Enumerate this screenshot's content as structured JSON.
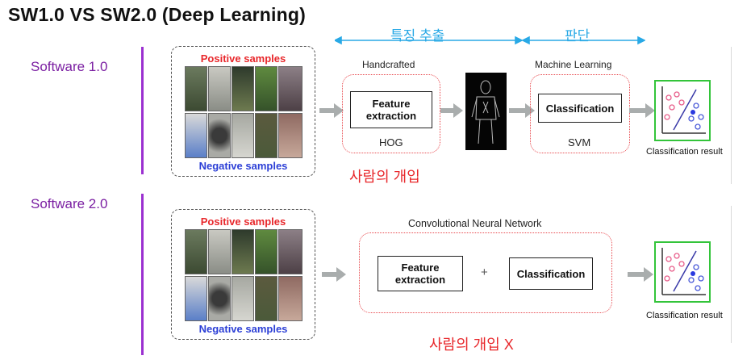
{
  "title": "SW1.0 VS SW2.0 (Deep Learning)",
  "phases": {
    "extract": "특징 추출",
    "decide": "판단"
  },
  "row1": {
    "label": "Software 1.0",
    "positive": "Positive samples",
    "negative": "Negative samples",
    "handcrafted": "Handcrafted",
    "feature": "Feature\nextraction",
    "hog": "HOG",
    "ml": "Machine Learning",
    "classification": "Classification",
    "svm": "SVM",
    "result": "Classification result",
    "human": "사람의 개입"
  },
  "row2": {
    "label": "Software 2.0",
    "positive": "Positive samples",
    "negative": "Negative samples",
    "cnn": "Convolutional Neural Network",
    "feature": "Feature\nextraction",
    "plus": "+",
    "classification": "Classification",
    "result": "Classification result",
    "human": "사람의 개입 X"
  },
  "colors": {
    "accent_purple": "#9b30d0",
    "red": "#e8272b",
    "blue": "#29a9e6",
    "green": "#33c43a"
  }
}
